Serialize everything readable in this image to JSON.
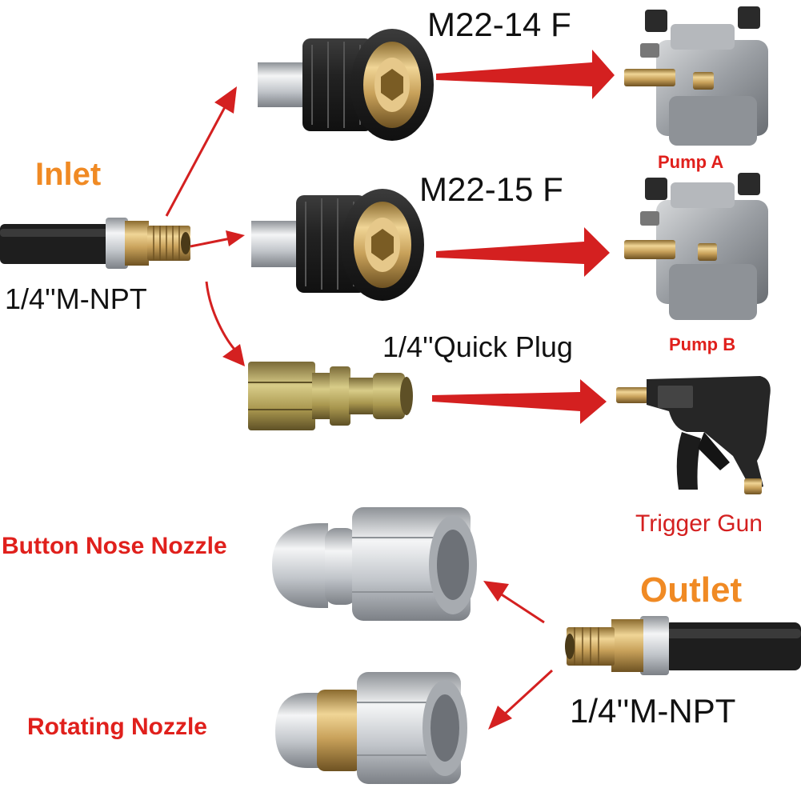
{
  "colors": {
    "orange": "#f08a24",
    "red_label": "#e0201c",
    "arrow": "#d42020",
    "hose": "#1e1e1e",
    "brass": "#c8a15a",
    "steel": "#c9ccd0",
    "black_fitting": "#2a2a2a"
  },
  "labels": {
    "inlet": "Inlet",
    "outlet": "Outlet",
    "inlet_thread": "1/4''M-NPT",
    "outlet_thread": "1/4''M-NPT",
    "m22_14": "M22-14 F",
    "m22_15": "M22-15 F",
    "quick_plug": "1/4''Quick Plug",
    "pump_a": "Pump A",
    "pump_b": "Pump B",
    "trigger_gun": "Trigger Gun",
    "button_nose": "Button Nose Nozzle",
    "rotating": "Rotating Nozzle"
  },
  "icons": [
    "hose-icon",
    "m22-coupler-icon",
    "quick-plug-icon",
    "pump-icon",
    "trigger-gun-icon",
    "button-nose-nozzle-icon",
    "rotating-nozzle-icon",
    "arrow-icon"
  ]
}
